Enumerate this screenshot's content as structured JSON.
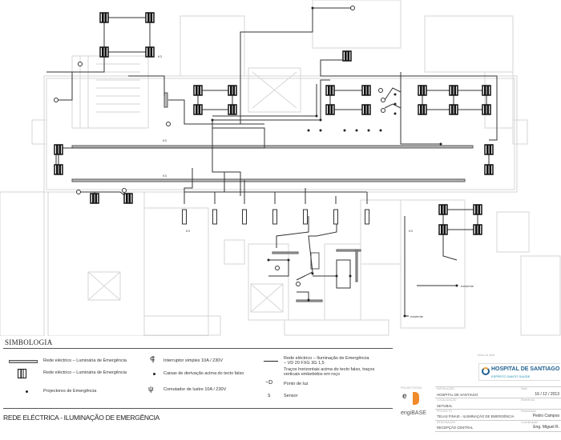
{
  "plan": {
    "labels": {
      "k_label": "K3",
      "existente": "existente",
      "sensor_tag": "S"
    }
  },
  "legend": {
    "title": "SIMBOLOGIA",
    "items": [
      {
        "label": "Rede eléctrico – Luminária de Emergência"
      },
      {
        "label": "Rede eléctrico – Luminária de Emergência"
      },
      {
        "label": "Projectores de Emergência"
      },
      {
        "label": "Interruptor simples 10A / 230V"
      },
      {
        "label": "Caixas de derivação acima do tecto falso"
      },
      {
        "label": "Comutador de lustre 10A / 230V"
      },
      {
        "label": "Rede eléctrico – Iluminação de Emergência"
      },
      {
        "label": "– VD 20 FXG 3G 1,5"
      },
      {
        "label": "Traços horizontais acima do tecto falso, traços"
      },
      {
        "label": "verticais embebidos em roço"
      },
      {
        "label": "Ponto de luz"
      },
      {
        "label": "Sensor"
      }
    ]
  },
  "drawing_title": "REDE ELÉCTRICA - ILUMINAÇÃO DE EMERGÊNCIA",
  "title_block": {
    "client_label": "Dono de obra",
    "logo_name": "HOSPITAL DE SANTIAGO",
    "logo_sub": "ESPÍRITO SANTO SAÚDE",
    "designer_label": "PROJECTISTAS",
    "designer_name": "engiBASE",
    "designer_tag": "e",
    "fields": [
      {
        "label": "INSTALAÇÃO",
        "value": "HOSPITAL DE SANTIAGO",
        "side_label": "Data",
        "side_value": "16 / 12 / 2013"
      },
      {
        "label": "LOCALIZAÇÃO",
        "value": "SETÚBAL",
        "side_label": "Referência",
        "side_value": ""
      },
      {
        "label": "PROJECTO",
        "value": "TELAS FINAIS - ILUMINAÇÃO DE EMERGÊNCIA",
        "side_label": "Desenhador",
        "side_value": "Pedro Campos"
      },
      {
        "label": "DESIGNAÇÃO",
        "value": "RECEPÇÃO CENTRAL",
        "side_label": "Coordenação",
        "side_value": "Eng. Miguel R."
      }
    ]
  }
}
